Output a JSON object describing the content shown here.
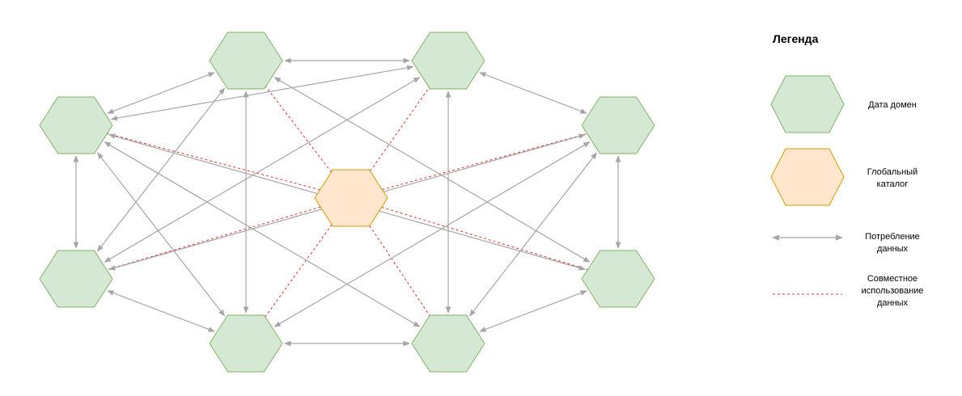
{
  "colors": {
    "domain_fill": "#d5e8d4",
    "domain_stroke": "#82b366",
    "catalog_fill": "#ffe6cc",
    "catalog_stroke": "#d79b00",
    "consumption_line": "#a6a6a6",
    "sharing_line": "#e0302a"
  },
  "legend": {
    "title": "Легенда",
    "domain_label": "Дата домен",
    "catalog_label_1": "Глобальный",
    "catalog_label_2": "каталог",
    "consumption_label_1": "Потребление",
    "consumption_label_2": "данных",
    "sharing_label_1": "Совместное",
    "sharing_label_2": "использование",
    "sharing_label_3": "данных"
  }
}
